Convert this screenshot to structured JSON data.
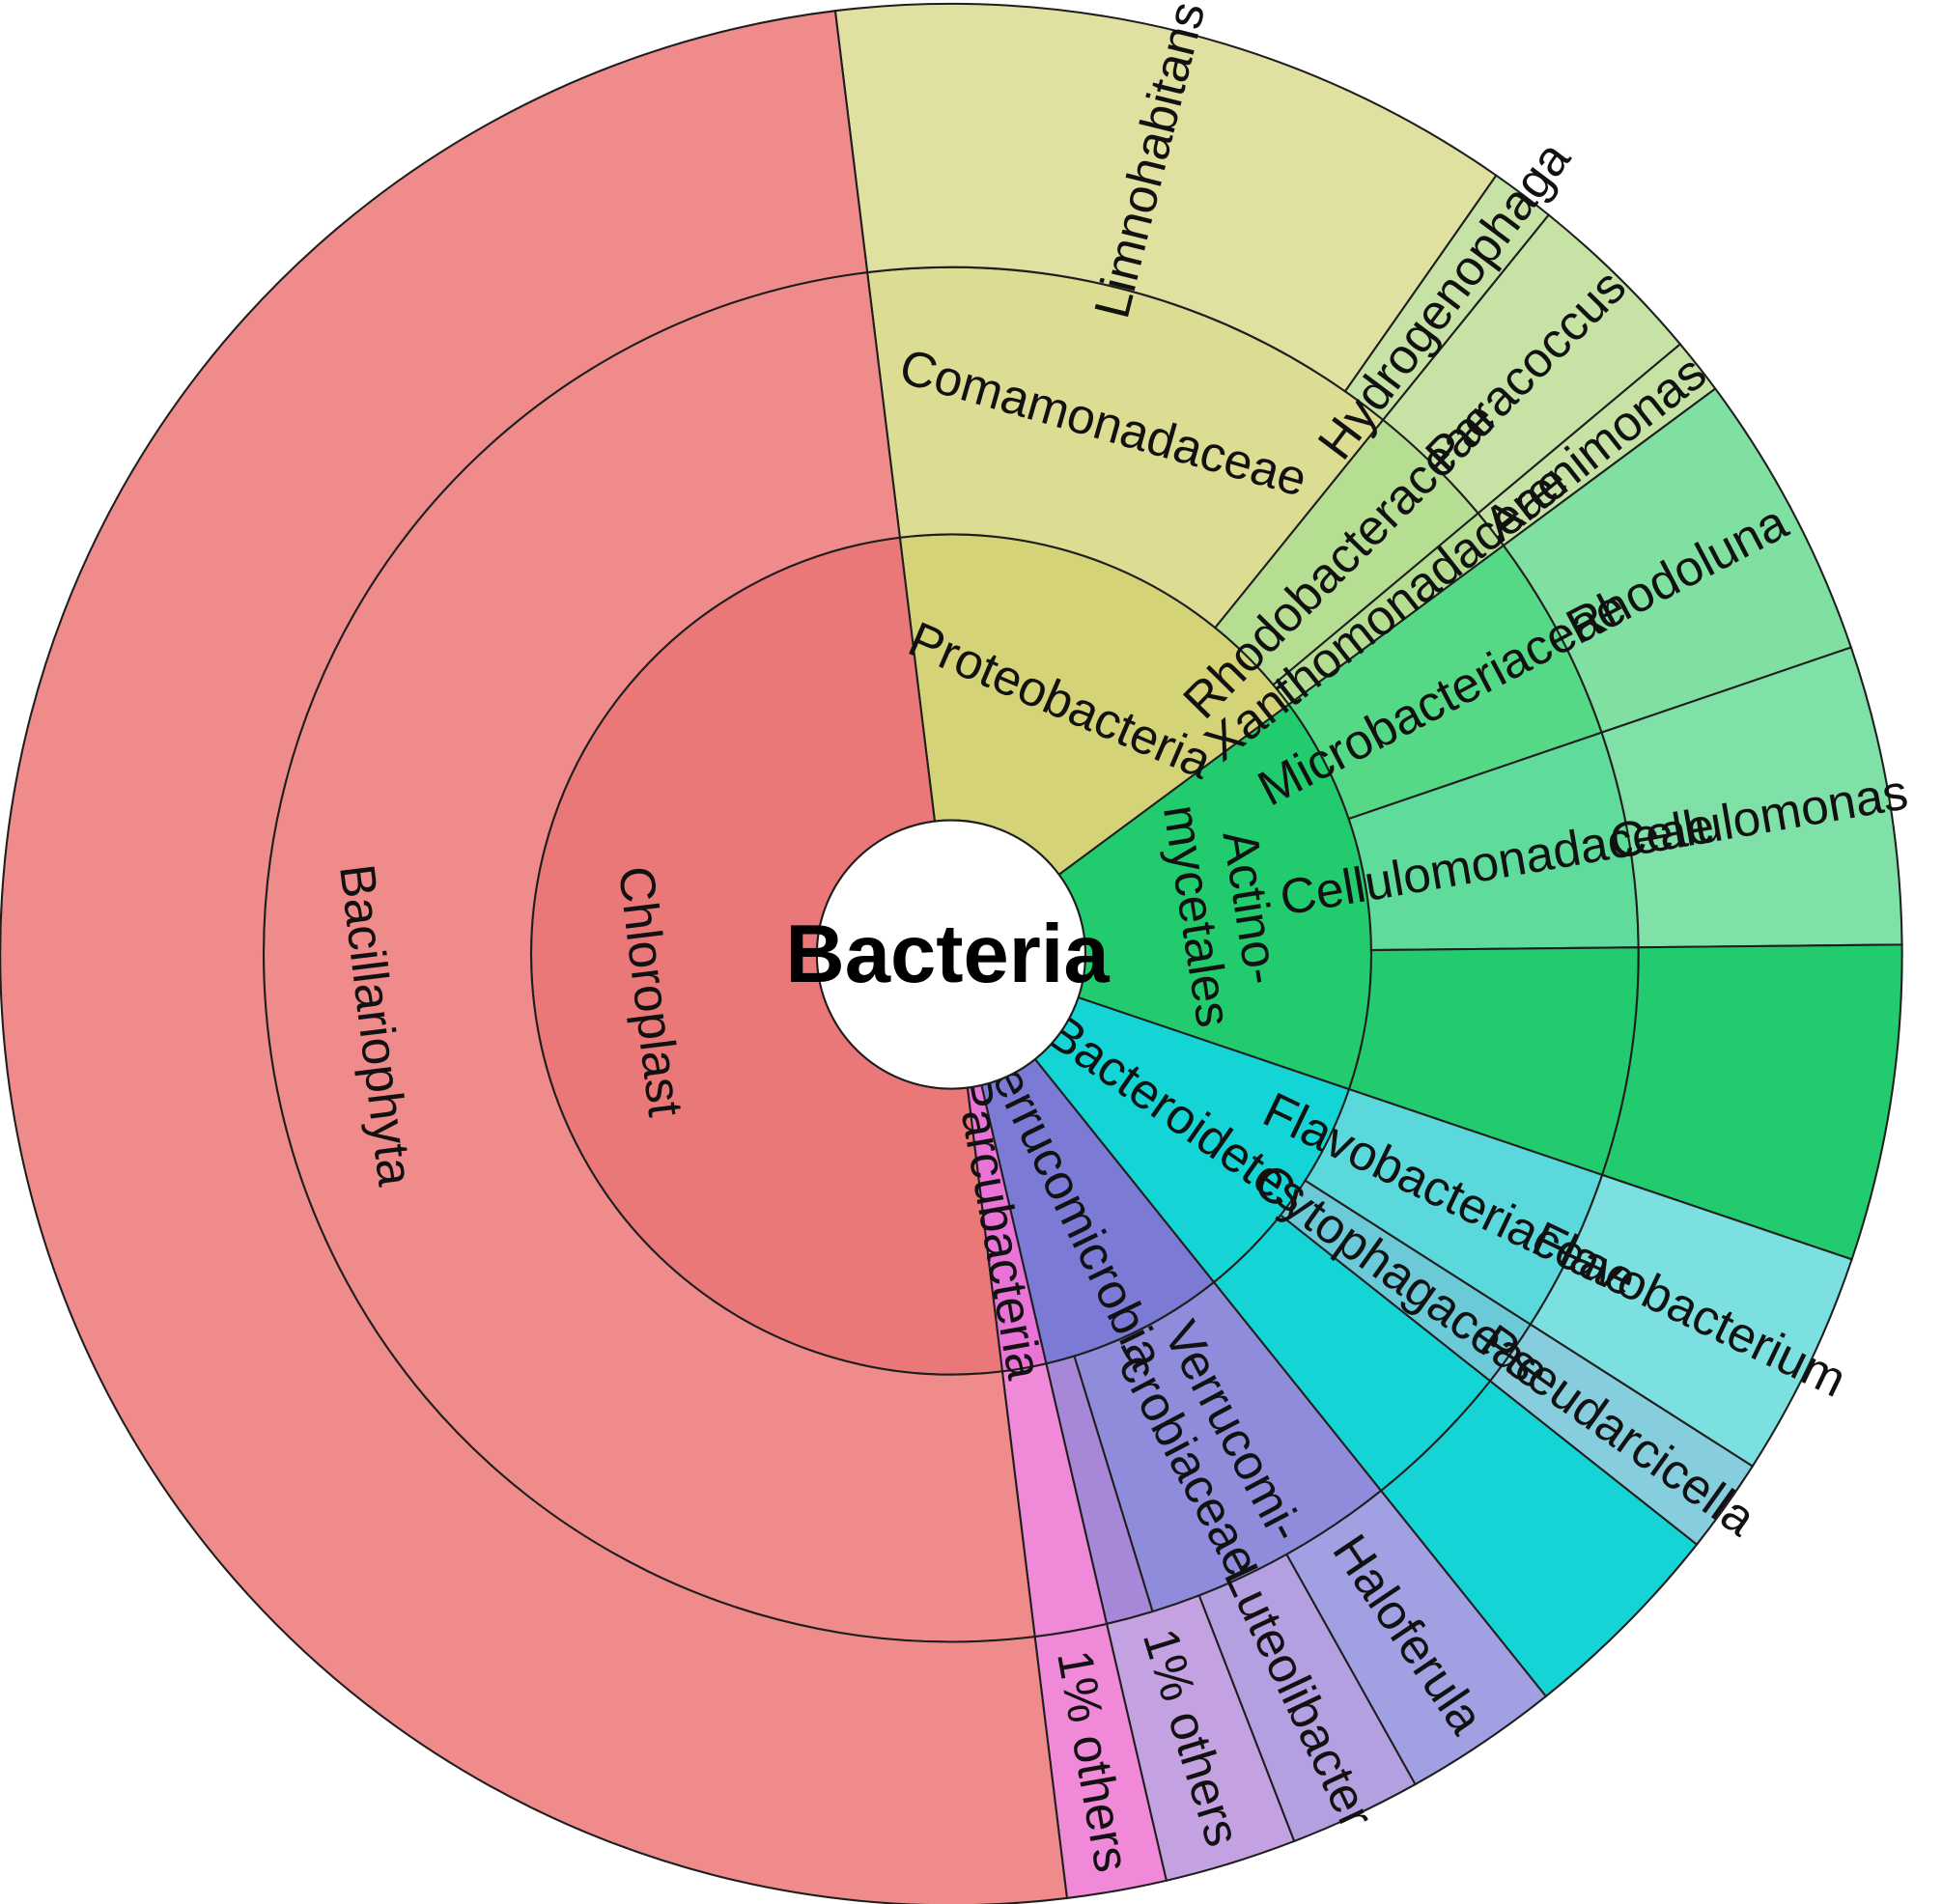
{
  "chart_data": {
    "type": "sunburst",
    "root": "Bacteria",
    "rings": [
      {
        "level": "phylum",
        "segments": [
          {
            "label": "Proteobacteria",
            "start": 0.0,
            "end": 0.168,
            "color": "#d5d377"
          },
          {
            "label": "Actino-\nmycetales",
            "start": 0.168,
            "end": 0.3214,
            "color": "#22cc6e"
          },
          {
            "label": "Bacteroidetes",
            "start": 0.3214,
            "end": 0.4119,
            "color": "#15d4d5"
          },
          {
            "label": "Verrucomicrobia",
            "start": 0.4119,
            "end": 0.4831,
            "color": "#7b7bd6"
          },
          {
            "label": "Parcubacteria",
            "start": 0.4831,
            "end": 0.5,
            "color": "#ea73d8"
          },
          {
            "label": "Chloroplast",
            "start": 0.5,
            "end": 1.0,
            "color": "#ea7878"
          }
        ]
      },
      {
        "level": "family",
        "segments": [
          {
            "label": "Comamonadaceae",
            "start": 0.0,
            "end": 0.1276,
            "color": "#dcdc92"
          },
          {
            "label": "Rhodobacteraceae",
            "start": 0.1276,
            "end": 0.1585,
            "color": "#b6de92"
          },
          {
            "label": "Xanthomonadaceae",
            "start": 0.1585,
            "end": 0.168,
            "color": "#b6de92"
          },
          {
            "label": "Microbacteriaceae",
            "start": 0.168,
            "end": 0.2171,
            "color": "#55d987"
          },
          {
            "label": "Cellulomonadaceae",
            "start": 0.2171,
            "end": 0.2678,
            "color": "#5fdb9b"
          },
          {
            "label": "",
            "start": 0.2678,
            "end": 0.3214,
            "color": "#22cc6e"
          },
          {
            "label": "Flavobacteriaceae",
            "start": 0.3214,
            "end": 0.3599,
            "color": "#5ad8dc"
          },
          {
            "label": "Cytophagaceae",
            "start": 0.3599,
            "end": 0.376,
            "color": "#6ccad8"
          },
          {
            "label": "",
            "start": 0.376,
            "end": 0.4119,
            "color": "#15d4d5"
          },
          {
            "label": "Verrucomi-\n-crobiaceae",
            "start": 0.4119,
            "end": 0.4721,
            "color": "#8f8cdc"
          },
          {
            "label": "",
            "start": 0.4721,
            "end": 0.4831,
            "color": "#a788d8"
          },
          {
            "label": "",
            "start": 0.4831,
            "end": 0.5,
            "color": "#f08ad8"
          },
          {
            "label": "Bacillariophyta",
            "start": 0.5,
            "end": 1.0,
            "color": "#f08b8b"
          }
        ]
      },
      {
        "level": "genus",
        "segments": [
          {
            "label": "Limnohabitans",
            "start": 0.0,
            "end": 0.1166,
            "color": "#e0e0a0"
          },
          {
            "label": "Hydrogenophaga",
            "start": 0.1166,
            "end": 0.1276,
            "color": "#c6e2a4"
          },
          {
            "label": "Paracoccus",
            "start": 0.1276,
            "end": 0.1585,
            "color": "#c6e2a4"
          },
          {
            "label": "Arenimonas",
            "start": 0.1585,
            "end": 0.168,
            "color": "#c6e2a4"
          },
          {
            "label": "Rhodoluna",
            "start": 0.168,
            "end": 0.2171,
            "color": "#7fe0a2"
          },
          {
            "label": "Cellulomonas",
            "start": 0.2171,
            "end": 0.2678,
            "color": "#7fe0a8"
          },
          {
            "label": "",
            "start": 0.2678,
            "end": 0.3214,
            "color": "#22cc6e"
          },
          {
            "label": "Flavobacterium",
            "start": 0.3214,
            "end": 0.3599,
            "color": "#7ce0e0"
          },
          {
            "label": "Pseudarcicella",
            "start": 0.3599,
            "end": 0.376,
            "color": "#86cede"
          },
          {
            "label": "",
            "start": 0.376,
            "end": 0.4119,
            "color": "#15d4d5"
          },
          {
            "label": "Haloferula",
            "start": 0.4119,
            "end": 0.4383,
            "color": "#a0a0e2"
          },
          {
            "label": "Luteolibacter",
            "start": 0.4383,
            "end": 0.4607,
            "color": "#b4a0e0"
          },
          {
            "label": "1% others",
            "start": 0.4607,
            "end": 0.4831,
            "color": "#c4a2e2"
          },
          {
            "label": "1% others",
            "start": 0.4831,
            "end": 0.5,
            "color": "#f08ad8"
          },
          {
            "label": "",
            "start": 0.5,
            "end": 1.0,
            "color": "#f08b8b"
          }
        ]
      }
    ]
  }
}
